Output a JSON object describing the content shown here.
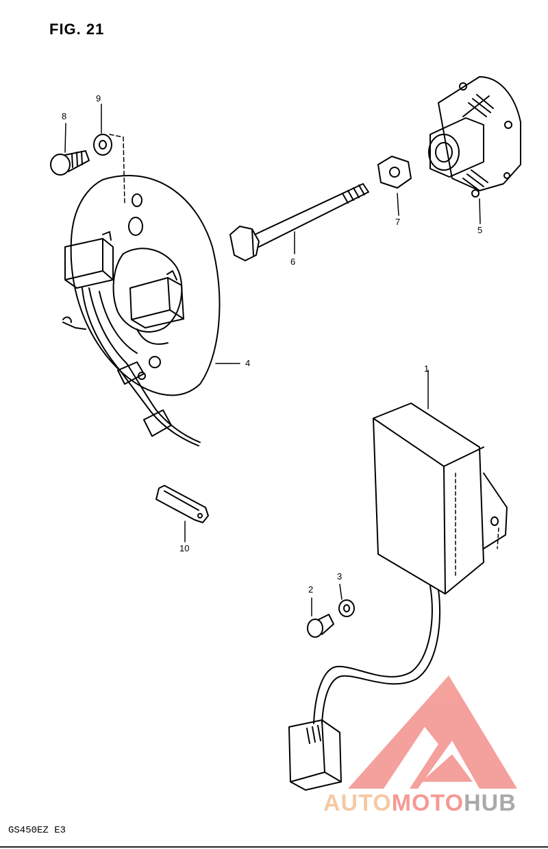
{
  "figure": {
    "title": "FIG. 21",
    "model_code": "GS450EZ  E3"
  },
  "callouts": [
    {
      "id": "1",
      "label": "1"
    },
    {
      "id": "2",
      "label": "2"
    },
    {
      "id": "3",
      "label": "3"
    },
    {
      "id": "4",
      "label": "4"
    },
    {
      "id": "5",
      "label": "5"
    },
    {
      "id": "6",
      "label": "6"
    },
    {
      "id": "7",
      "label": "7"
    },
    {
      "id": "8",
      "label": "8"
    },
    {
      "id": "9",
      "label": "9"
    },
    {
      "id": "10",
      "label": "10"
    }
  ],
  "watermark": {
    "part1": "AUTO",
    "part2": "MOTO",
    "part3": "HUB",
    "colors": {
      "auto": "#f5c9a3",
      "moto": "#f49a93",
      "hub": "#a9a9a9",
      "logo": "#f3908b"
    }
  }
}
